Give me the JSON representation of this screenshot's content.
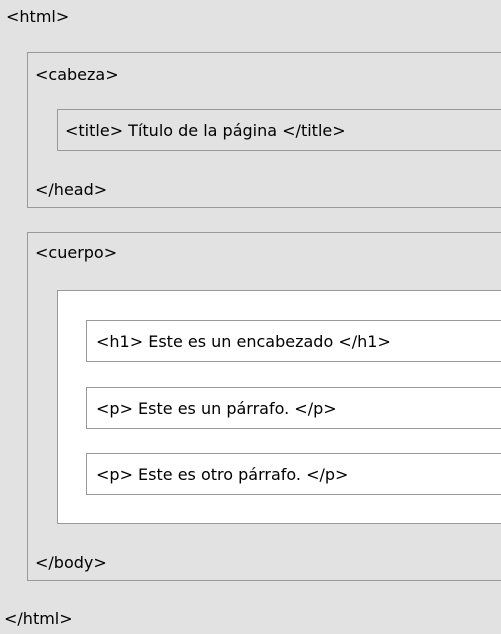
{
  "html_open": "<html>",
  "html_close": "</html>",
  "head": {
    "open": "<cabeza>",
    "close": "</head>",
    "title_element": "<title> Título de la página </title>"
  },
  "body": {
    "open": "<cuerpo>",
    "close": "</body>",
    "elements": [
      "<h1> Este es un encabezado </h1>",
      "<p> Este es un párrafo. </p>",
      "<p> Este es otro párrafo. </p>"
    ]
  }
}
